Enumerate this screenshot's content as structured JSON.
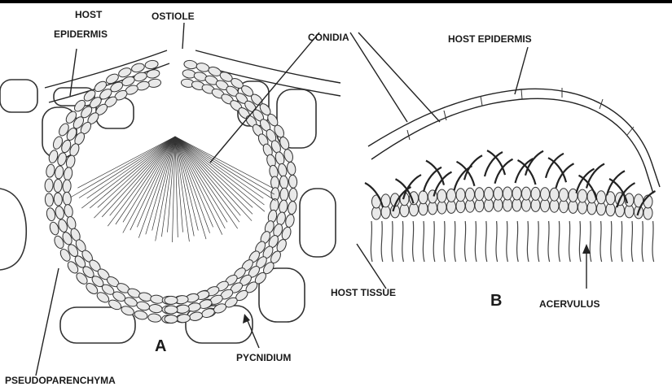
{
  "labels": {
    "host_epidermis_line1": "HOST",
    "host_epidermis_line2": "EPIDERMIS",
    "ostiole": "OSTIOLE",
    "conidia": "CONIDIA",
    "host_epidermis_b": "HOST EPIDERMIS",
    "host_tissue": "HOST TISSUE",
    "panel_b": "B",
    "acervulus": "ACERVULUS",
    "panel_a": "A",
    "pycnidium": "PYCNIDIUM",
    "pseudoparenchyma": "PSEUDOPARENCHYMA"
  }
}
